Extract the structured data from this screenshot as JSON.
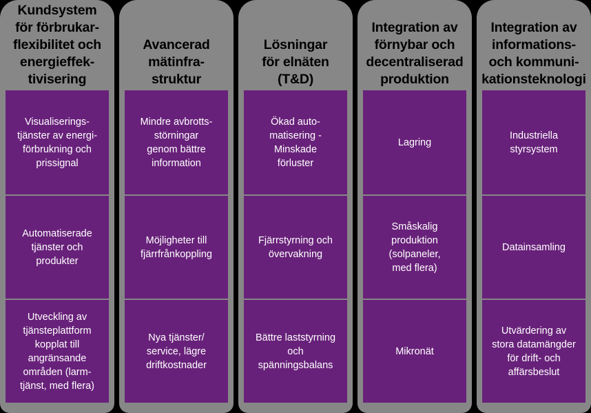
{
  "colors": {
    "background": "#000000",
    "column": "#878787",
    "cell": "#68217a",
    "cell_text": "#ffffff",
    "header_text": "#000000"
  },
  "columns": [
    {
      "title": "Kundsystem\nför förbrukar-\nflexibilitet och\nenergieffek-\ntivisering",
      "cells": [
        "Visualiserings-\ntjänster av energi-\nförbrukning och\nprissignal",
        "Automatiserade\ntjänster och\nprodukter",
        "Utveckling av\ntjänsteplattform\nkopplat till\nangränsande\nområden (larm-\ntjänst, med flera)"
      ]
    },
    {
      "title": "Avancerad\nmätinfra-\nstruktur",
      "cells": [
        "Mindre avbrotts-\nstörningar\ngenom bättre\ninformation",
        "Möjligheter till\nfjärrfrånkoppling",
        "Nya tjänster/\nservice, lägre\ndriftkostnader"
      ]
    },
    {
      "title": "Lösningar\nför elnäten\n(T&D)",
      "cells": [
        "Ökad auto-\nmatisering -\nMinskade\nförluster",
        "Fjärrstyrning och\növervakning",
        "Bättre laststyrning\noch\nspänningsbalans"
      ]
    },
    {
      "title": "Integration av\nförnybar och\ndecentraliserad\nproduktion",
      "cells": [
        "Lagring",
        "Småskalig\nproduktion\n(solpaneler,\nmed flera)",
        "Mikronät"
      ]
    },
    {
      "title": "Integration av\ninformations-\noch kommuni-\nkationsteknologi",
      "cells": [
        "Industriella\nstyrsystem",
        "Datainsamling",
        "Utvärdering av\nstora datamängder\nför drift- och\naffärsbeslut"
      ]
    }
  ]
}
